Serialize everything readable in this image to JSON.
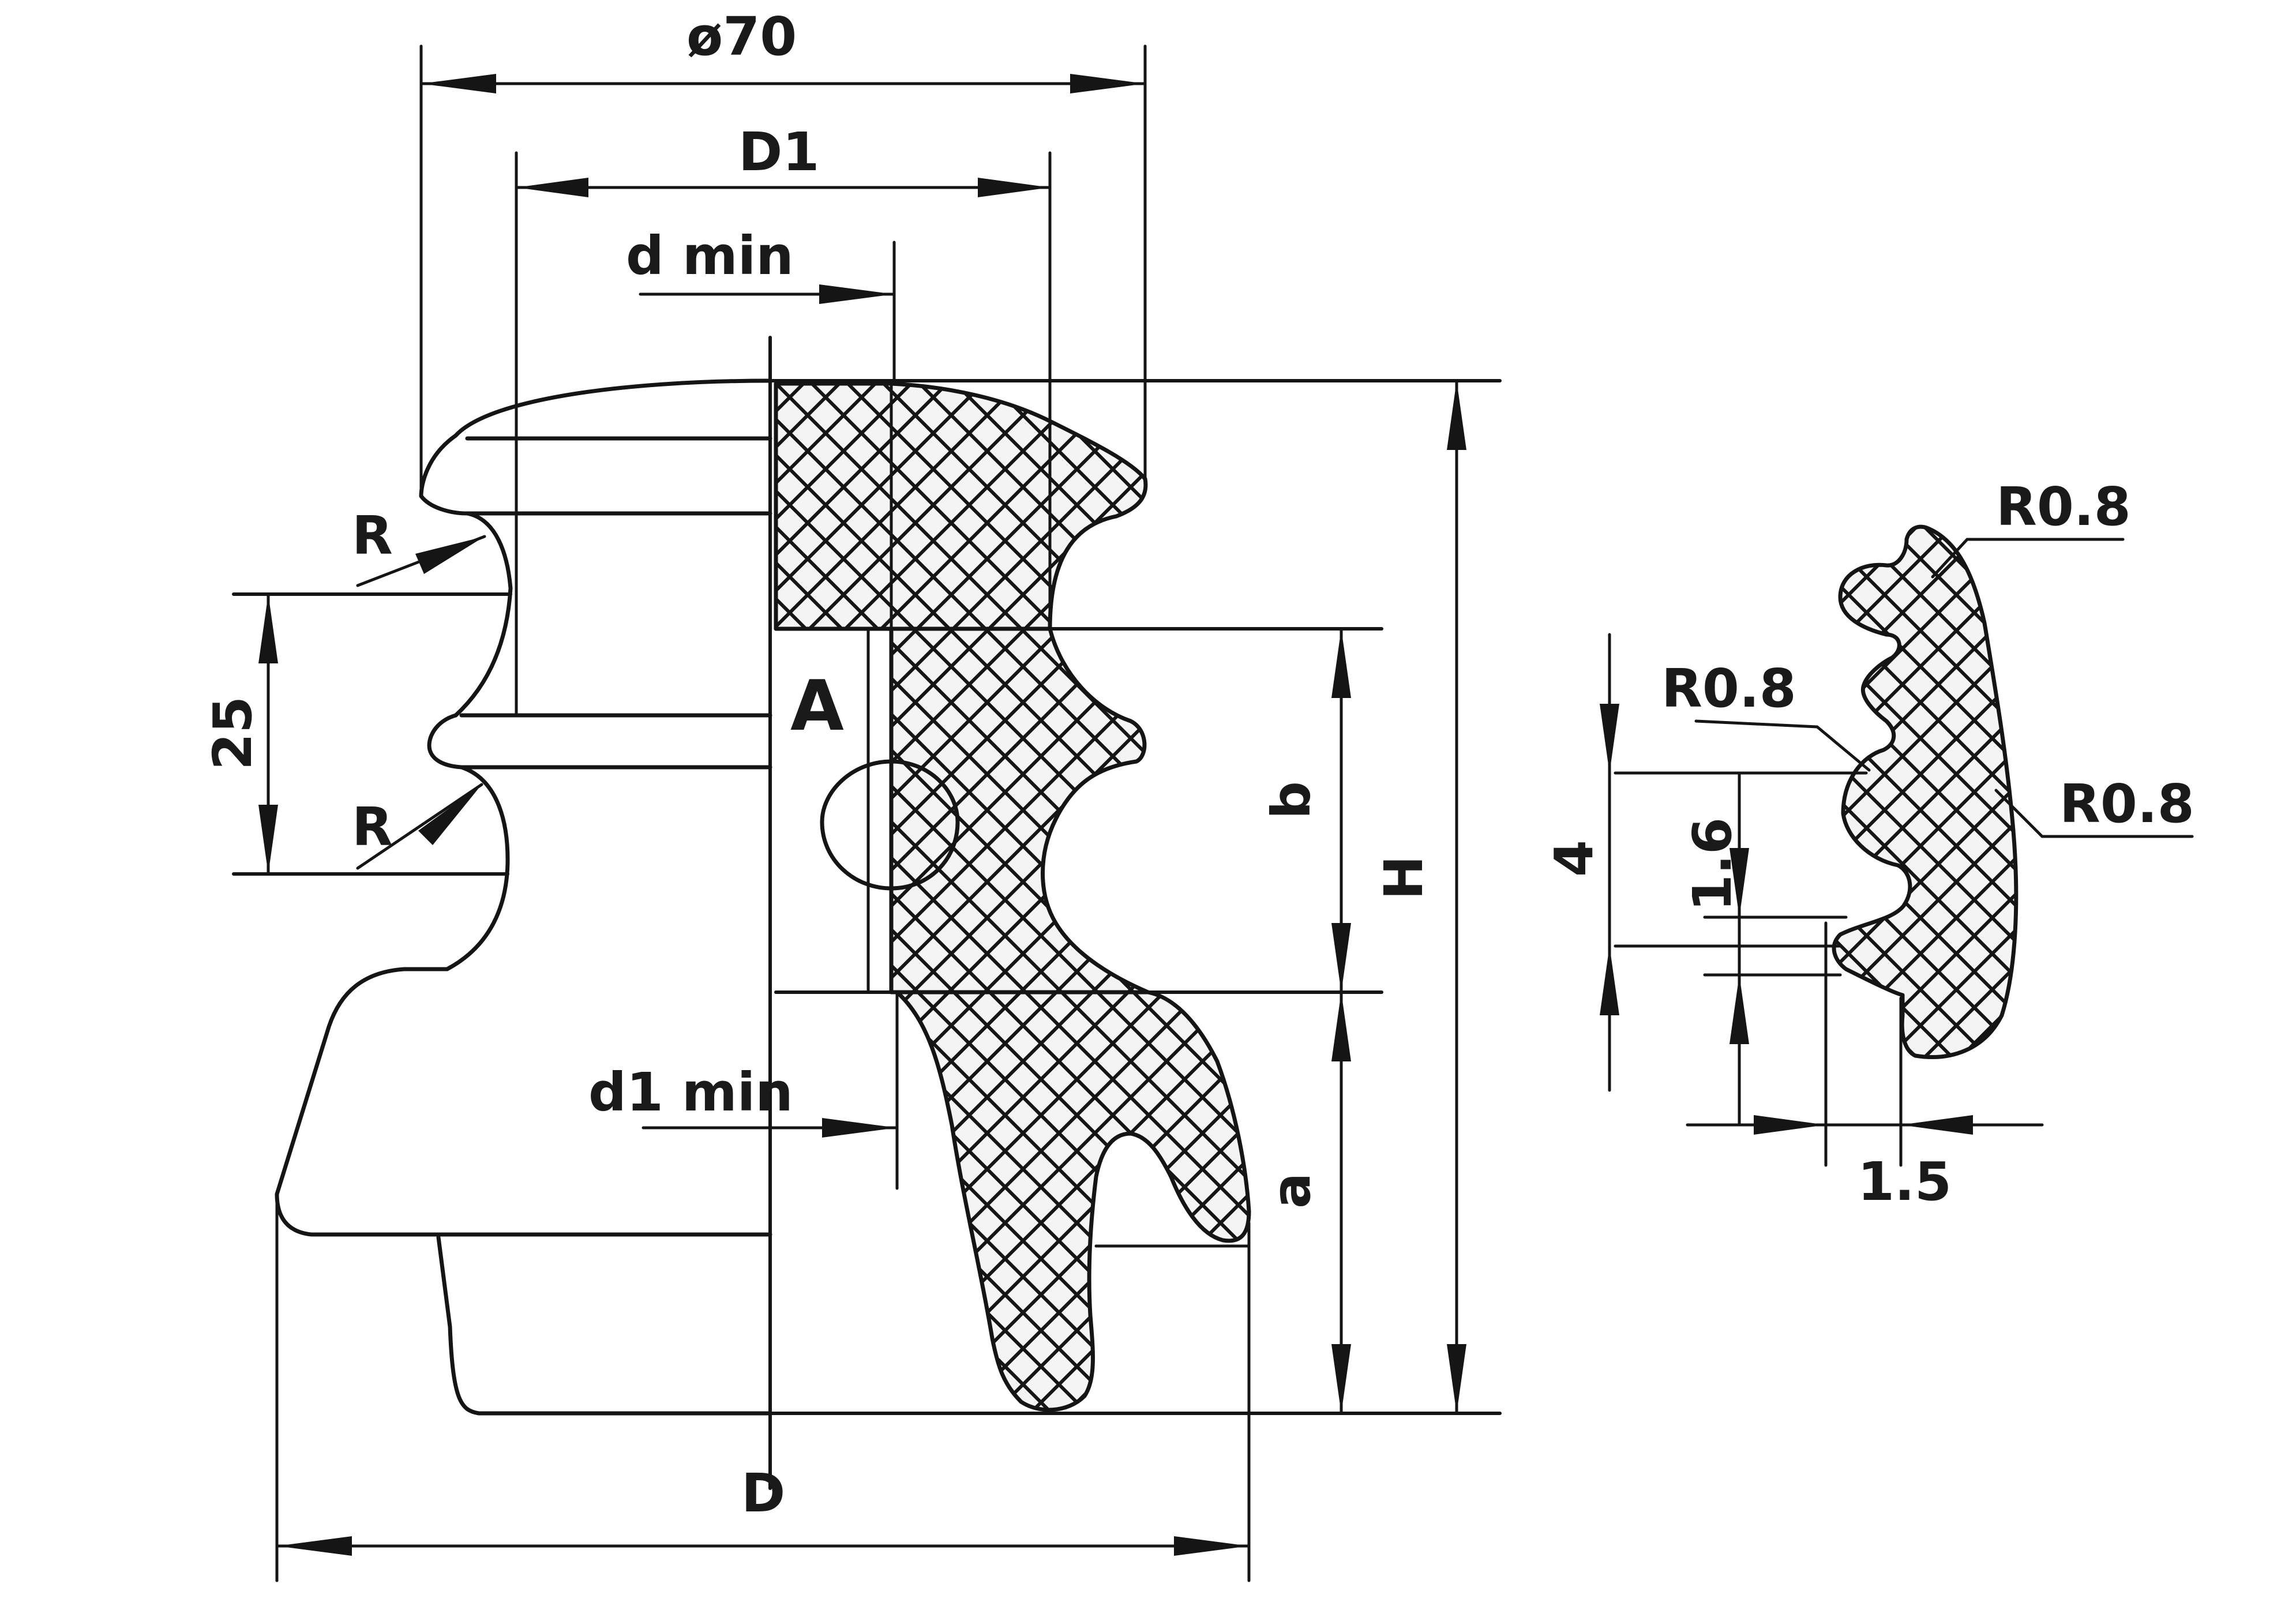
{
  "labels": {
    "dia70": "ø70",
    "d1_upper": "D1",
    "dmin": "d min",
    "r_upper": "R",
    "r_lower": "R",
    "dim25": "25",
    "section_a": "A",
    "b": "b",
    "h": "H",
    "d1min": "d1 min",
    "a": "a",
    "d_bottom": "D",
    "dim4": "4",
    "dim16": "1.6",
    "dim15": "1.5",
    "r08_top": "R0.8",
    "r08_left": "R0.8",
    "r08_right": "R0.8"
  },
  "colors": {
    "ink": "#151515",
    "paper": "#ffffff",
    "hatch_fill": "#f4f4f4"
  }
}
